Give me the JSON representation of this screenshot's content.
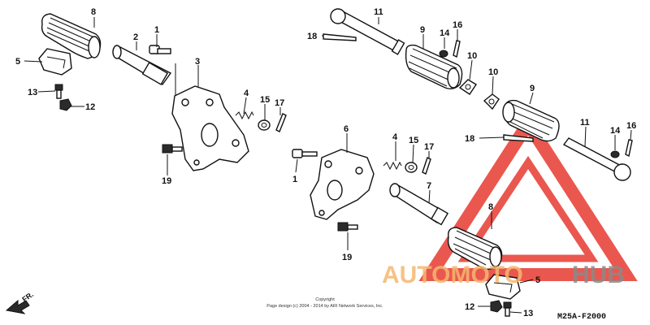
{
  "diagram": {
    "code": "M25A-F2000",
    "copyright_line1": "Copyright",
    "copyright_line2": "Page design (c) 2004 - 2014 by ARI Network Services, Inc.",
    "direction_label": "FR.",
    "watermark": {
      "part1": "AUTOMOTO",
      "part2": "HUB",
      "color_accent": "#e8453c"
    },
    "callouts": {
      "c8a": "8",
      "c2": "2",
      "c1a": "1",
      "c3": "3",
      "c5a": "5",
      "c13a": "13",
      "c12a": "12",
      "c4a": "4",
      "c15a": "15",
      "c17a": "17",
      "c19a": "19",
      "c11a": "11",
      "c18a": "18",
      "c9a": "9",
      "c14a": "14",
      "c16a": "16",
      "c10a": "10",
      "c10b": "10",
      "c9b": "9",
      "c18b": "18",
      "c11b": "11",
      "c14b": "14",
      "c16b": "16",
      "c6": "6",
      "c4b": "4",
      "c15b": "15",
      "c17b": "17",
      "c1b": "1",
      "c7": "7",
      "c19b": "19",
      "c8b": "8",
      "c5b": "5",
      "c12b": "12",
      "c13b": "13"
    }
  }
}
